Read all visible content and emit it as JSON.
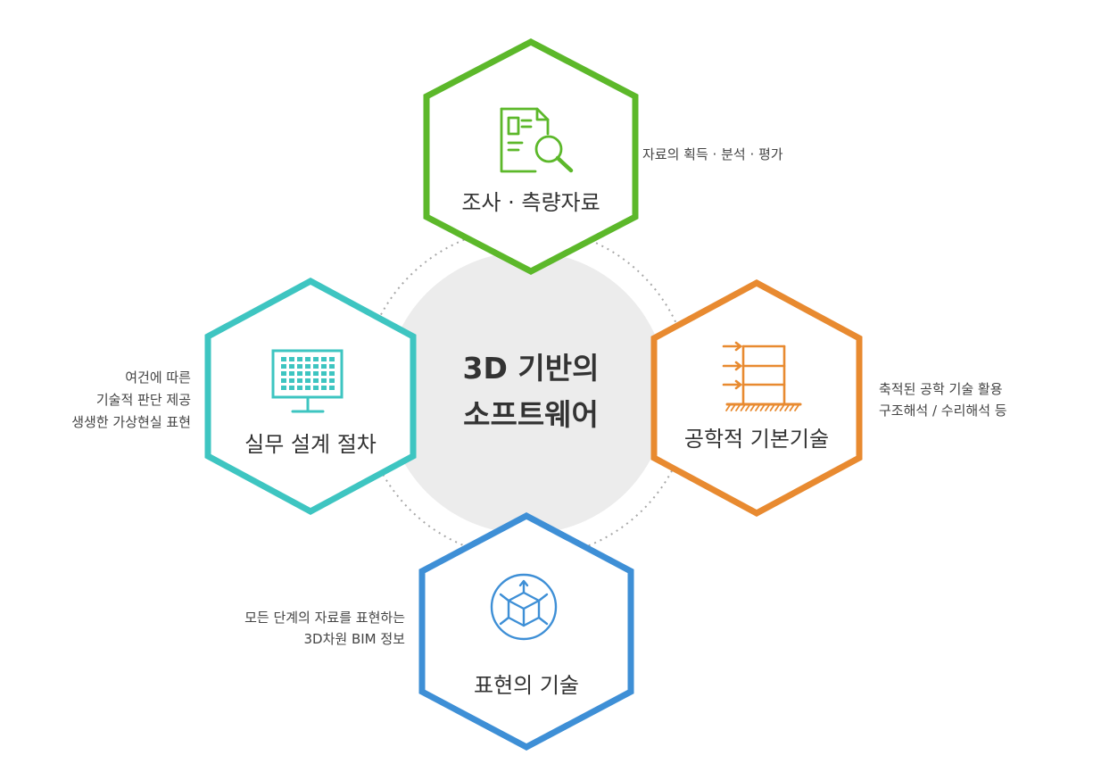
{
  "center": {
    "title_line1": "3D 기반의",
    "title_line2": "소프트웨어"
  },
  "nodes": {
    "survey": {
      "title": "조사 · 측량자료",
      "color": "#5cb82a",
      "icon": "document-search-icon",
      "note": [
        "자료의 획득 · 분석 · 평가"
      ]
    },
    "design": {
      "title": "실무 설계 절차",
      "color": "#3ec5c1",
      "icon": "monitor-grid-icon",
      "note": [
        "여건에 따른",
        "기술적 판단 제공",
        "생생한 가상현실 표현"
      ]
    },
    "engineering": {
      "title": "공학적 기본기술",
      "color": "#e88a30",
      "icon": "structure-frame-icon",
      "note": [
        "축적된 공학 기술 활용",
        "구조해석 / 수리해석 등"
      ]
    },
    "expression": {
      "title": "표현의 기술",
      "color": "#3e8fd6",
      "icon": "3d-cube-icon",
      "note": [
        "모든 단계의 자료를 표현하는",
        "3D차원 BIM 정보"
      ]
    }
  }
}
